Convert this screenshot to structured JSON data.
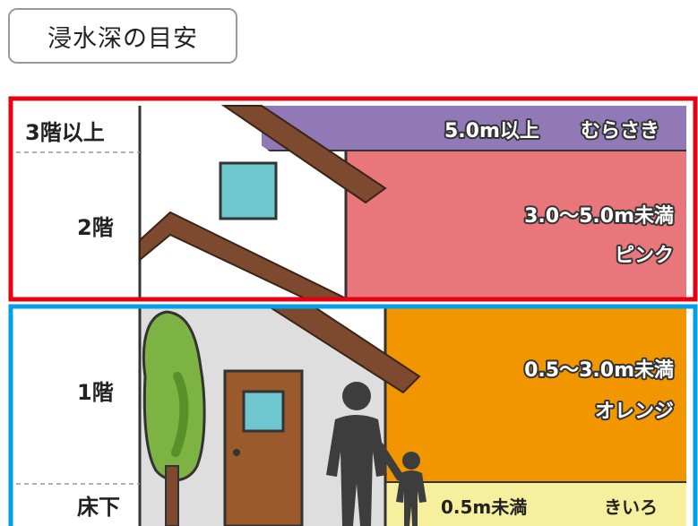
{
  "title": "浸水深の目安",
  "floors": {
    "third_plus": "3階以上",
    "second": "2階",
    "first": "1階",
    "under_floor": "床下"
  },
  "bands": [
    {
      "range": "5.0m以上",
      "color_name": "むらさき",
      "color": "#9179b7"
    },
    {
      "range": "3.0～5.0m未満",
      "color_name": "ピンク",
      "color": "#e9767b"
    },
    {
      "range": "0.5～3.0m未満",
      "color_name": "オレンジ",
      "color": "#f29600"
    },
    {
      "range": "0.5m未満",
      "color_name": "きいろ",
      "color": "#f6ef9e"
    }
  ],
  "highlight_colors": {
    "upper_frame": "#e60012",
    "lower_frame": "#00a0e9"
  }
}
